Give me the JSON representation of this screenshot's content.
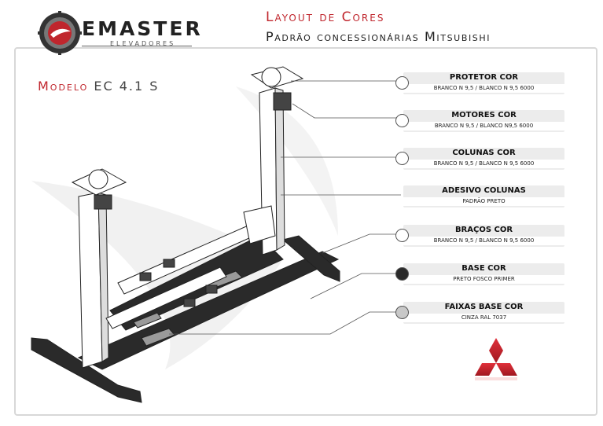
{
  "header": {
    "brand": "EMASTER",
    "brand_sub": "ELEVADORES",
    "title": "Layout de Cores",
    "subtitle": "Padrão concessionárias Mitsubishi"
  },
  "model": {
    "label": "Modelo",
    "value": "EC 4.1 S"
  },
  "legend": [
    {
      "name": "PROTETOR COR",
      "desc": "BRANCO N 9,5 / BLANCO N 9,5 6000",
      "swatch": "#ffffff"
    },
    {
      "name": "MOTORES COR",
      "desc": "BRANCO N 9,5 / BLANCO N9,5 6000",
      "swatch": "#ffffff"
    },
    {
      "name": "COLUNAS COR",
      "desc": "BRANCO N 9,5 / BLANCO N 9,5 6000",
      "swatch": "#ffffff"
    },
    {
      "name": "ADESIVO COLUNAS",
      "desc": "PADRÃO PRETO",
      "swatch": null
    },
    {
      "name": "BRAÇOS COR",
      "desc": "BRANCO N 9,5 / BLANCO N 9,5 6000",
      "swatch": "#ffffff"
    },
    {
      "name": "BASE COR",
      "desc": "PRETO FOSCO PRIMER",
      "swatch": "#2a2a2a"
    },
    {
      "name": "FAIXAS BASE  COR",
      "desc": "CINZA RAL 7037",
      "swatch": "#c8c8c8"
    }
  ],
  "colors": {
    "accent": "#c0262d",
    "base": "#2a2a2a",
    "stripe": "#9a9a9a"
  }
}
